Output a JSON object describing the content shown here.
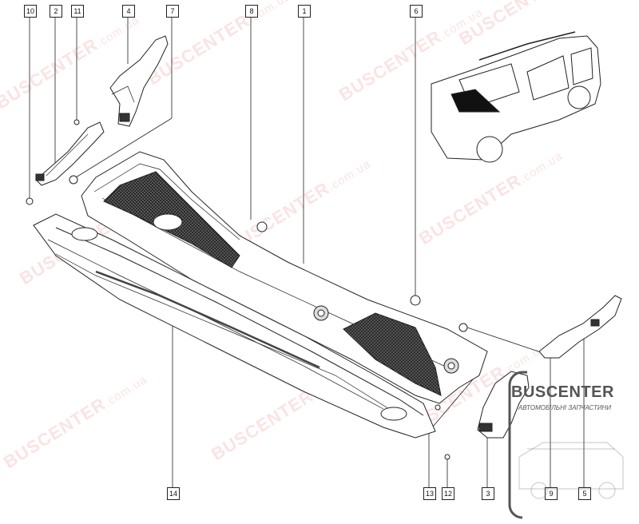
{
  "callouts": [
    {
      "id": "callout-10",
      "label": "10"
    },
    {
      "id": "callout-2",
      "label": "2"
    },
    {
      "id": "callout-11",
      "label": "11"
    },
    {
      "id": "callout-4",
      "label": "4"
    },
    {
      "id": "callout-7",
      "label": "7"
    },
    {
      "id": "callout-8",
      "label": "8"
    },
    {
      "id": "callout-1",
      "label": "1"
    },
    {
      "id": "callout-6",
      "label": "6"
    },
    {
      "id": "callout-14",
      "label": "14"
    },
    {
      "id": "callout-13",
      "label": "13"
    },
    {
      "id": "callout-12",
      "label": "12"
    },
    {
      "id": "callout-3",
      "label": "3"
    },
    {
      "id": "callout-9",
      "label": "9"
    },
    {
      "id": "callout-5",
      "label": "5"
    }
  ],
  "watermark": {
    "brand": "BUSCENTER",
    "domain": ".com.ua"
  },
  "logo": {
    "name": "BUSCENTER",
    "tagline": "АВТОМОБІЛЬНІ ЗАПЧАСТИНИ"
  },
  "colors": {
    "line": "#222222",
    "watermark": "#e65050",
    "logo_gray": "#555555"
  }
}
